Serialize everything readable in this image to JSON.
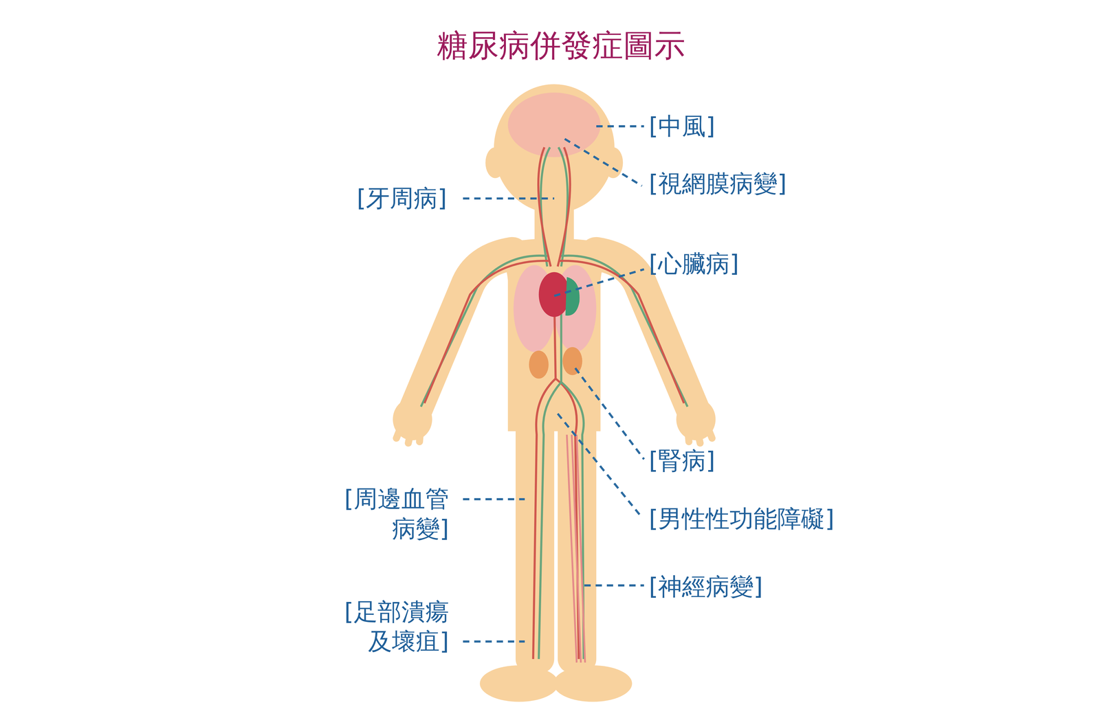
{
  "diagram": {
    "title": "糖尿病併發症圖示",
    "labels": [
      "[中風]",
      "[視網膜病變]",
      "[牙周病]",
      "[心臟病]",
      "[腎病]",
      "[男性性功能障礙]",
      "[周邊血管 病變]",
      "[神經病變]",
      "[足部潰瘍 及壞疽]"
    ]
  }
}
